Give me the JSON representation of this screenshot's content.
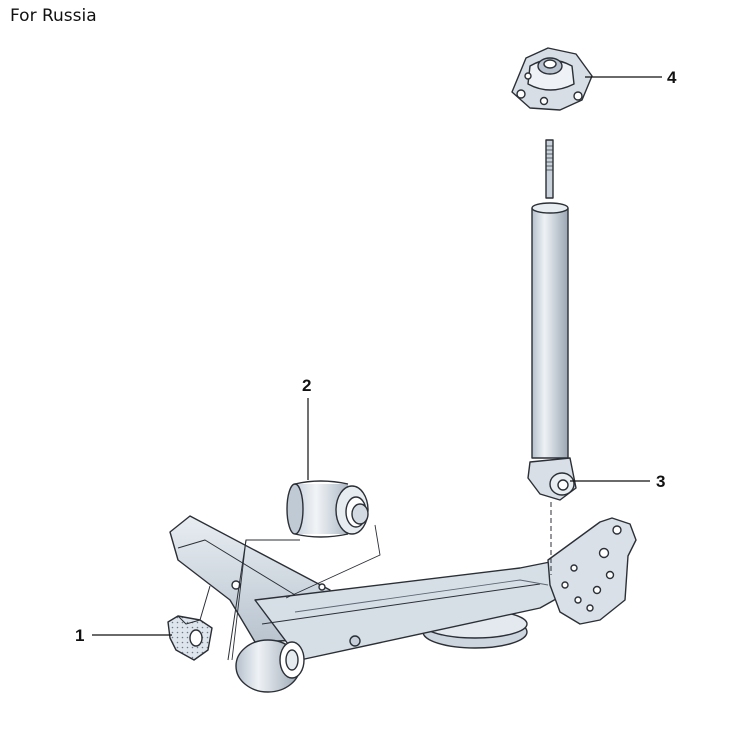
{
  "header": {
    "title": "For Russia"
  },
  "parts": [
    {
      "number": "1",
      "name": "stabilizer-bushing"
    },
    {
      "number": "2",
      "name": "axle-bushing"
    },
    {
      "number": "3",
      "name": "shock-absorber"
    },
    {
      "number": "4",
      "name": "strut-mount"
    }
  ],
  "colors": {
    "part_fill": "#dde4ec",
    "part_shade": "#b8c3cf",
    "part_dark": "#8e9aa8",
    "outline": "#2b2f36",
    "leader": "#111111"
  }
}
